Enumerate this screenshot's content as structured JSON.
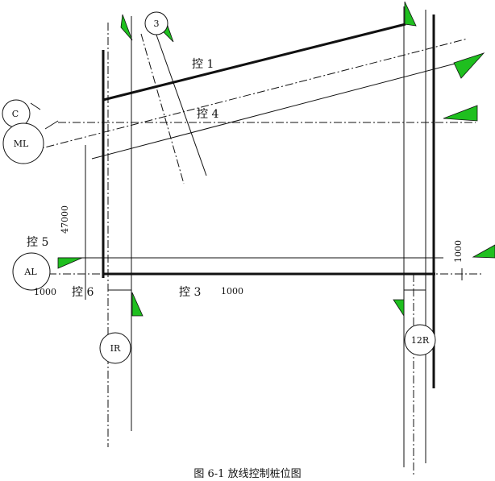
{
  "caption": "图 6-1  放线控制桩位图",
  "control_labels": {
    "k1": "控 1",
    "k3": "控 3",
    "k4": "控 4",
    "k5": "控 5",
    "k6": "控 6"
  },
  "axis_nodes": {
    "n3": "3",
    "c": "C",
    "ml": "ML",
    "al": "AL",
    "ir": "IR",
    "r12": "12R"
  },
  "dimensions": {
    "d47000": "47000",
    "d1000_mid": "1000",
    "d1000_left": "1000",
    "d1000_right": "1000"
  },
  "colors": {
    "flag": "#1fbf1f",
    "line": "#111111"
  }
}
